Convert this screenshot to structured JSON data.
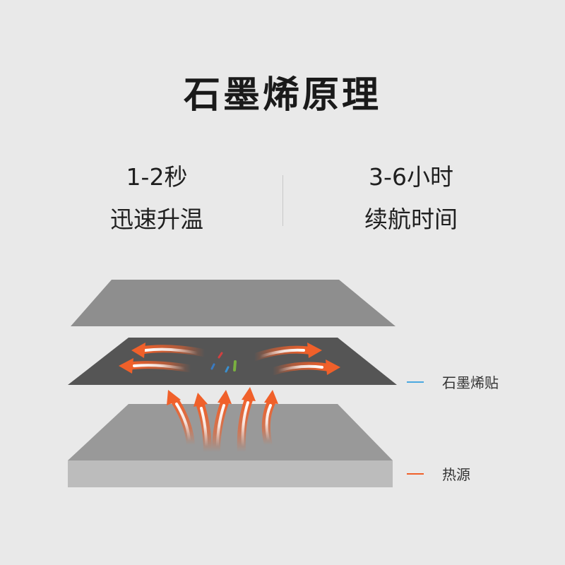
{
  "title": "石墨烯原理",
  "stats": [
    {
      "value": "1-2秒",
      "label": "迅速升温"
    },
    {
      "value": "3-6小时",
      "label": "续航时间"
    }
  ],
  "legend": [
    {
      "label": "石墨烯贴",
      "color": "#4aa8e0"
    },
    {
      "label": "热源",
      "color": "#f0602a"
    }
  ],
  "colors": {
    "background": "#e9e9e9",
    "top_layer": "#8e8e8e",
    "graphene_layer": "#555555",
    "heat_source_top": "#999999",
    "heat_source_side": "#bcbcbc",
    "arrow": "#f0602a"
  },
  "icons": {
    "horizontal_arrows": "heat-spread-arrow-icon",
    "vertical_arrows": "heat-rise-arrow-icon"
  }
}
